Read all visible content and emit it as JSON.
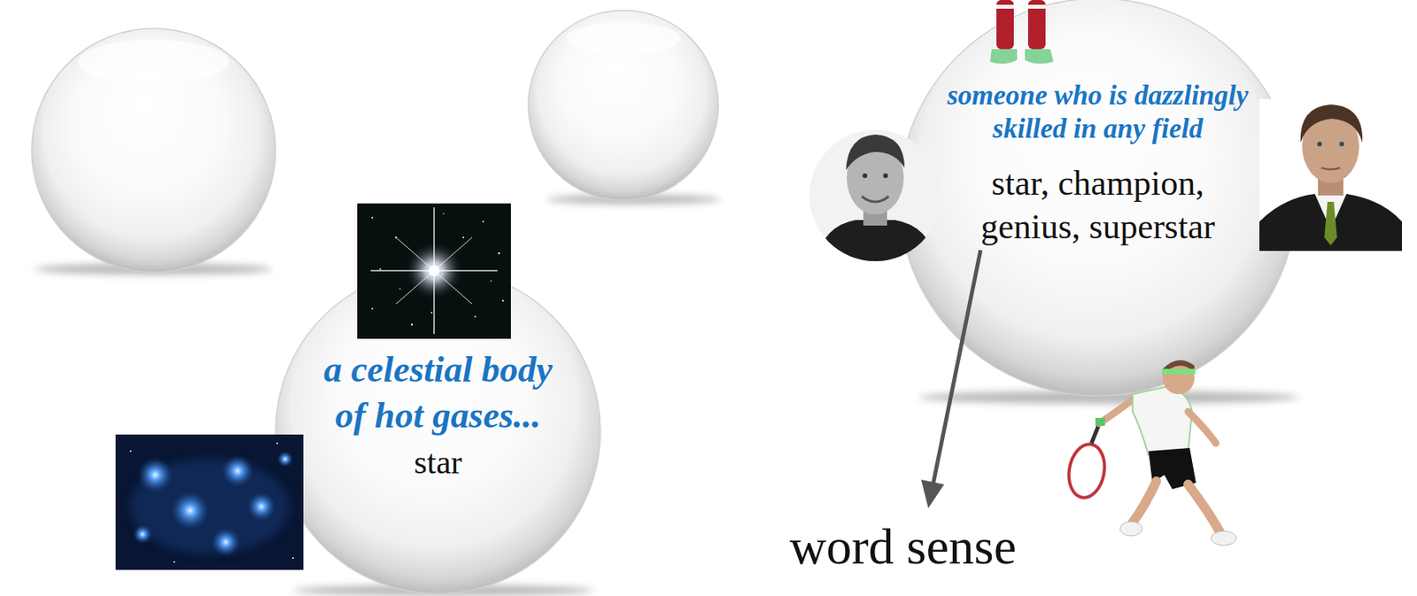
{
  "diagram": {
    "nodes": [
      {
        "text": [
          "a celestial body of hot gases...",
          "star"
        ]
      },
      {
        "text": [
          "someone who is dazzlingly skilled in any field",
          "star, champion, genius, superstar"
        ]
      }
    ],
    "labels": [
      "word sense"
    ]
  }
}
